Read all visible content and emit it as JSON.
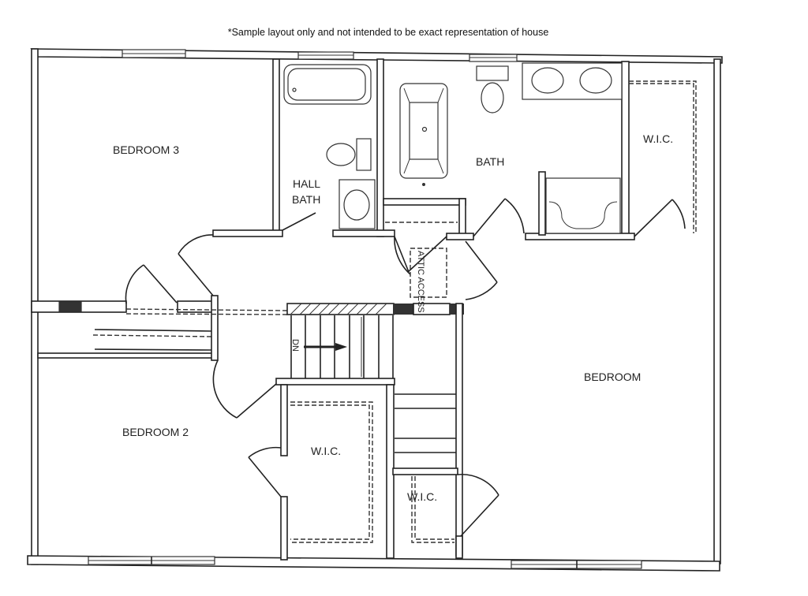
{
  "disclaimer": "*Sample layout only and not intended to be exact representation of house",
  "rooms": {
    "bedroom3": "BEDROOM 3",
    "hall_bath_line1": "HALL",
    "hall_bath_line2": "BATH",
    "bath": "BATH",
    "wic_master": "W.I.C.",
    "attic_access": "ATTIC ACCESS",
    "stairs_dn": "DN",
    "bedroom": "BEDROOM",
    "bedroom2": "BEDROOM 2",
    "wic_bedroom2": "W.I.C.",
    "wic_small": "W.I.C."
  },
  "colors": {
    "line": "#222222",
    "background": "#ffffff"
  }
}
